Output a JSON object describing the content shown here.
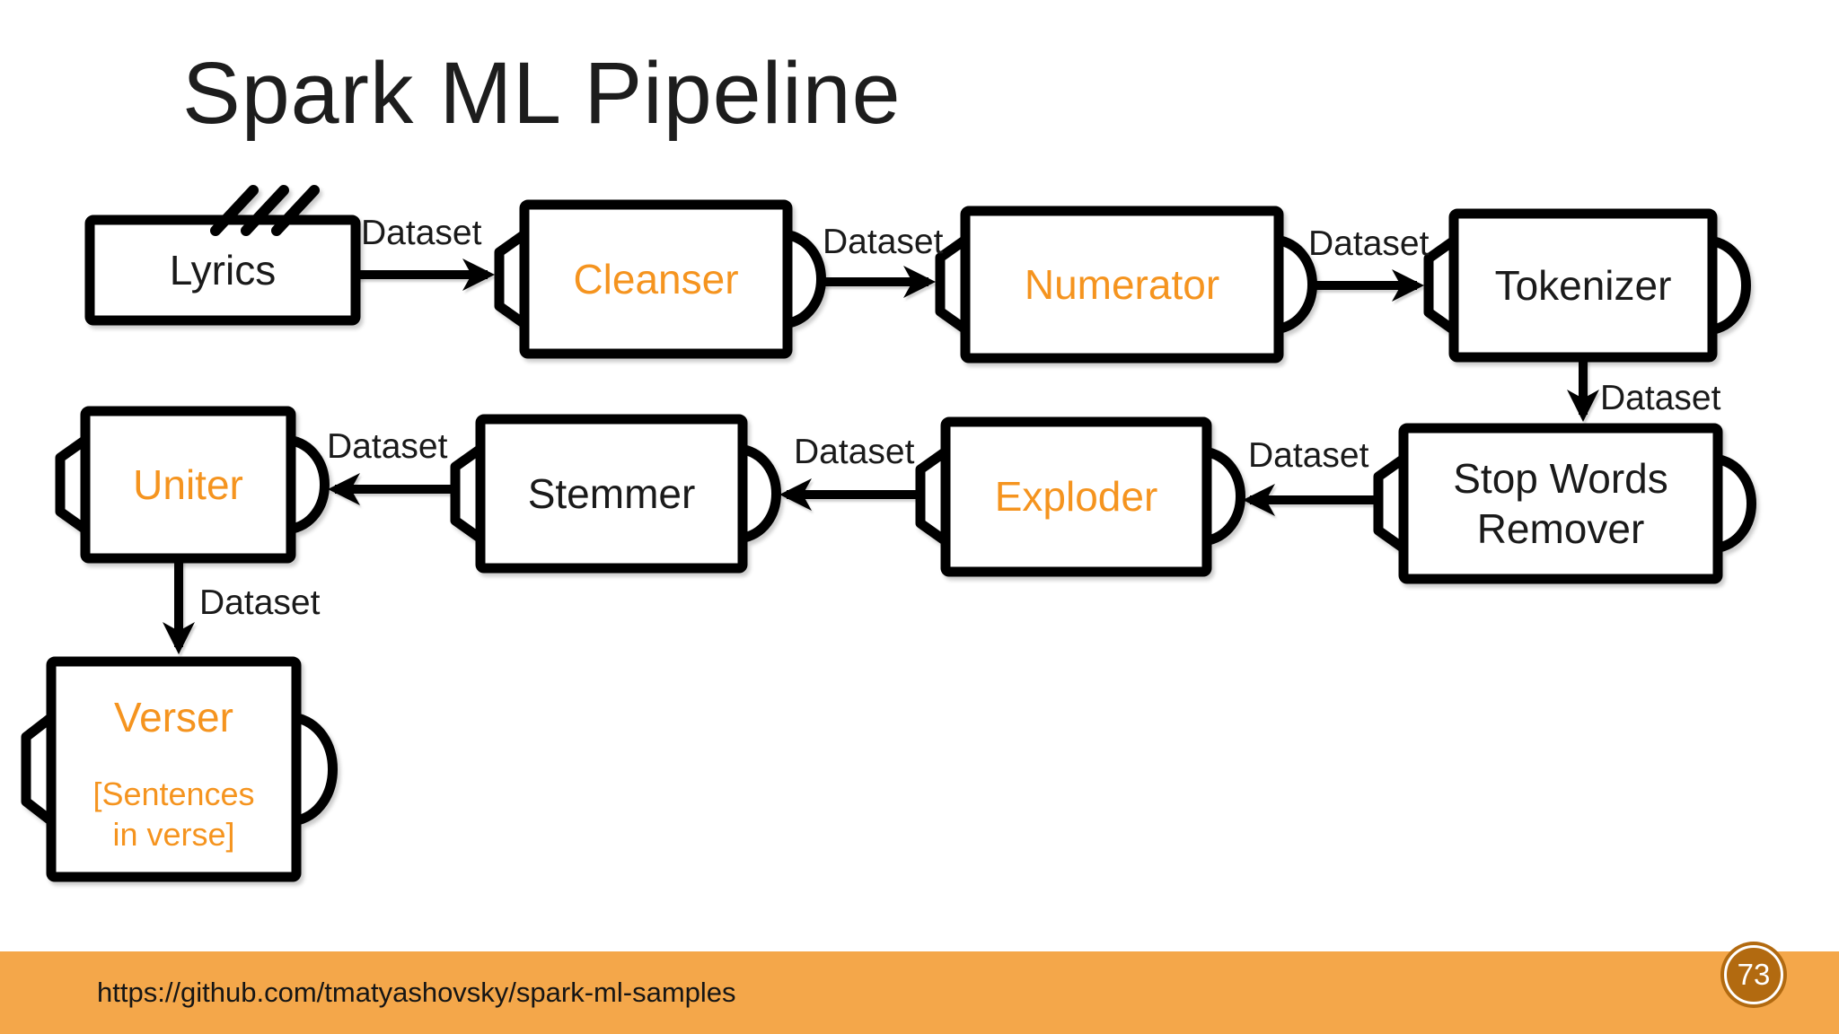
{
  "slide": {
    "title": "Spark ML Pipeline",
    "colors": {
      "accent_orange_text": "#F5941F",
      "footer_bar": "#F4A74A",
      "page_badge": "#B26A10",
      "ink": "#1A1A1A"
    },
    "nodes": [
      {
        "id": "lyrics",
        "label": "Lyrics",
        "text_color": "black",
        "kind": "source"
      },
      {
        "id": "cleanser",
        "label": "Cleanser",
        "text_color": "orange",
        "kind": "transformer"
      },
      {
        "id": "numerator",
        "label": "Numerator",
        "text_color": "orange",
        "kind": "transformer"
      },
      {
        "id": "tokenizer",
        "label": "Tokenizer",
        "text_color": "black",
        "kind": "transformer"
      },
      {
        "id": "stop_words_remover",
        "label": "Stop Words Remover",
        "text_color": "black",
        "kind": "transformer"
      },
      {
        "id": "exploder",
        "label": "Exploder",
        "text_color": "orange",
        "kind": "transformer"
      },
      {
        "id": "stemmer",
        "label": "Stemmer",
        "text_color": "black",
        "kind": "transformer"
      },
      {
        "id": "uniter",
        "label": "Uniter",
        "text_color": "orange",
        "kind": "transformer"
      },
      {
        "id": "verser",
        "label": "Verser",
        "sublabel": "[Sentences in verse]",
        "text_color": "orange",
        "kind": "transformer"
      }
    ],
    "edges": [
      {
        "from": "lyrics",
        "to": "cleanser",
        "label": "Dataset"
      },
      {
        "from": "cleanser",
        "to": "numerator",
        "label": "Dataset"
      },
      {
        "from": "numerator",
        "to": "tokenizer",
        "label": "Dataset"
      },
      {
        "from": "tokenizer",
        "to": "stop_words_remover",
        "label": "Dataset"
      },
      {
        "from": "stop_words_remover",
        "to": "exploder",
        "label": "Dataset"
      },
      {
        "from": "exploder",
        "to": "stemmer",
        "label": "Dataset"
      },
      {
        "from": "stemmer",
        "to": "uniter",
        "label": "Dataset"
      },
      {
        "from": "uniter",
        "to": "verser",
        "label": "Dataset"
      }
    ],
    "footer": {
      "url": "https://github.com/tmatyashovsky/spark-ml-samples",
      "page_number": "73"
    }
  }
}
